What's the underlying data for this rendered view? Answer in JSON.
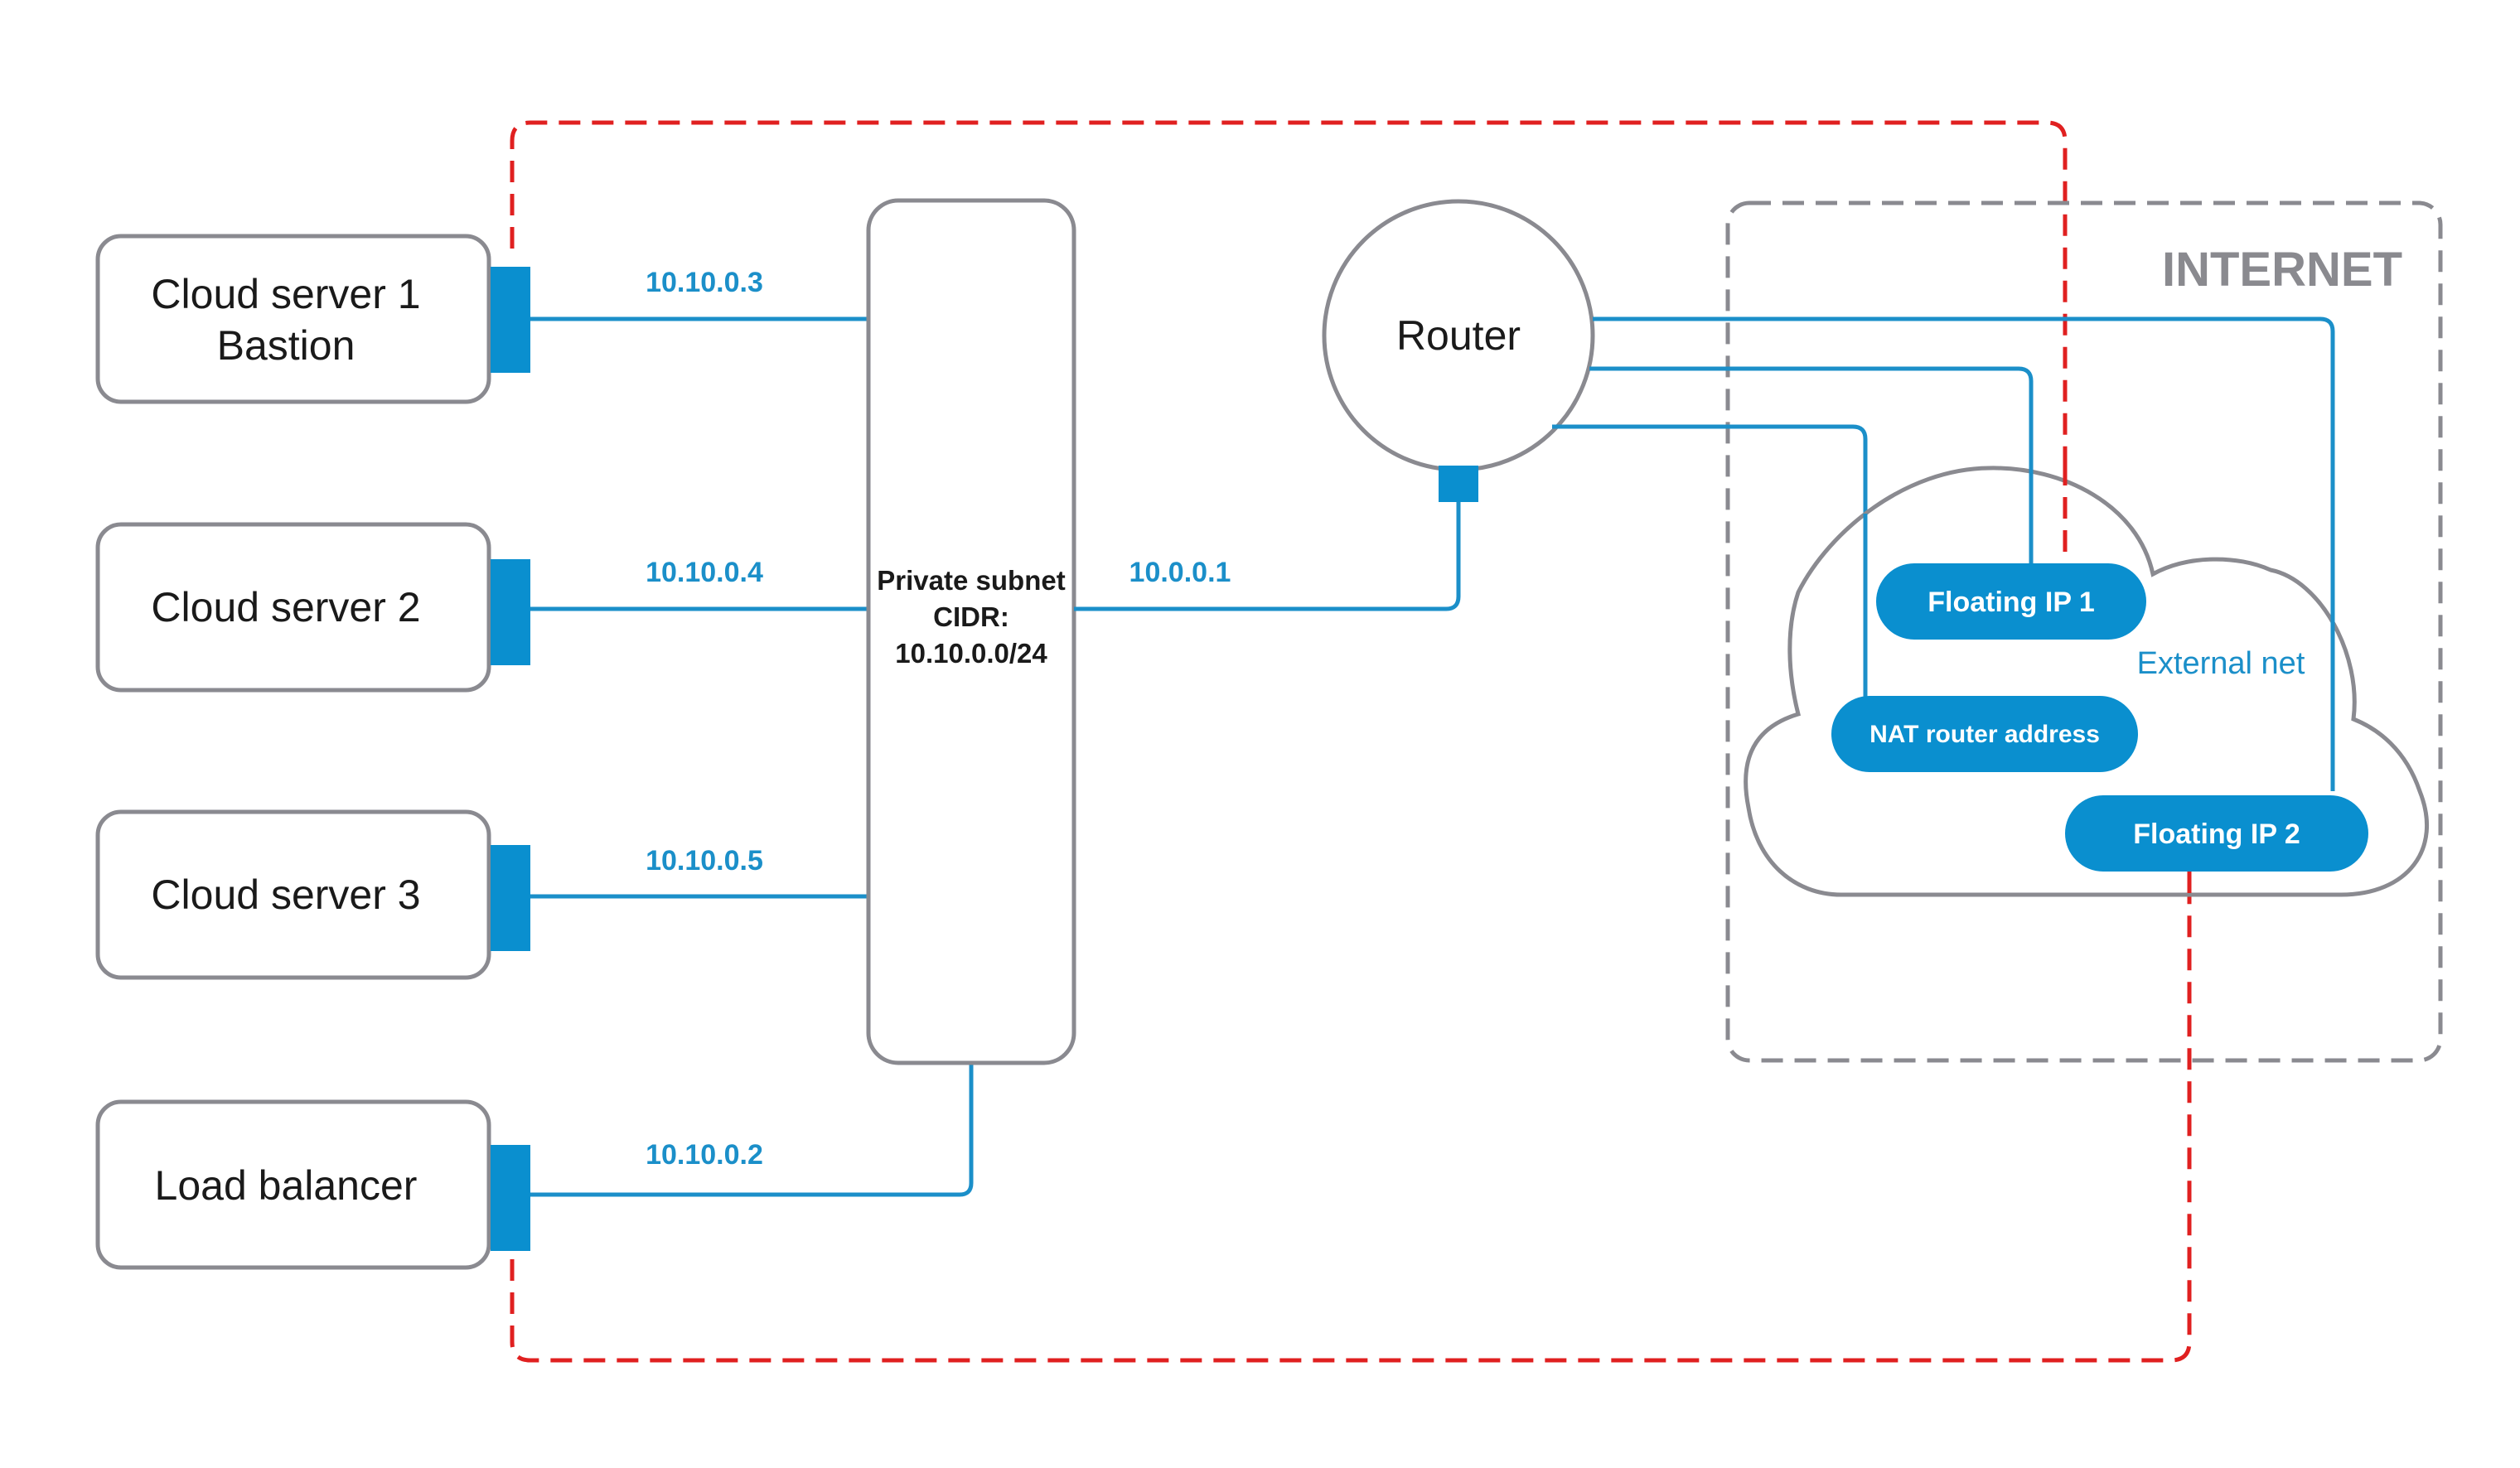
{
  "diagram": {
    "servers": [
      {
        "line1": "Cloud server 1",
        "line2": "Bastion",
        "ip": "10.10.0.3"
      },
      {
        "line1": "Cloud server 2",
        "ip": "10.10.0.4"
      },
      {
        "line1": "Cloud server 3",
        "ip": "10.10.0.5"
      },
      {
        "line1": "Load balancer",
        "ip": "10.10.0.2"
      }
    ],
    "subnet": {
      "line1": "Private subnet",
      "line2": "CIDR:",
      "line3": "10.10.0.0/24"
    },
    "router": {
      "label": "Router",
      "ip": "10.0.0.1"
    },
    "internet": {
      "label": "INTERNET"
    },
    "external_net": {
      "label": "External net",
      "floating_ip_1": "Floating IP 1",
      "nat_router": "NAT router address",
      "floating_ip_2": "Floating IP 2"
    },
    "colors": {
      "link": "#1b8fc9",
      "port": "#0a8fcf",
      "border_gray": "#8a8a90",
      "dashed_red": "#e02020",
      "dashed_gray": "#8a8a90"
    }
  }
}
